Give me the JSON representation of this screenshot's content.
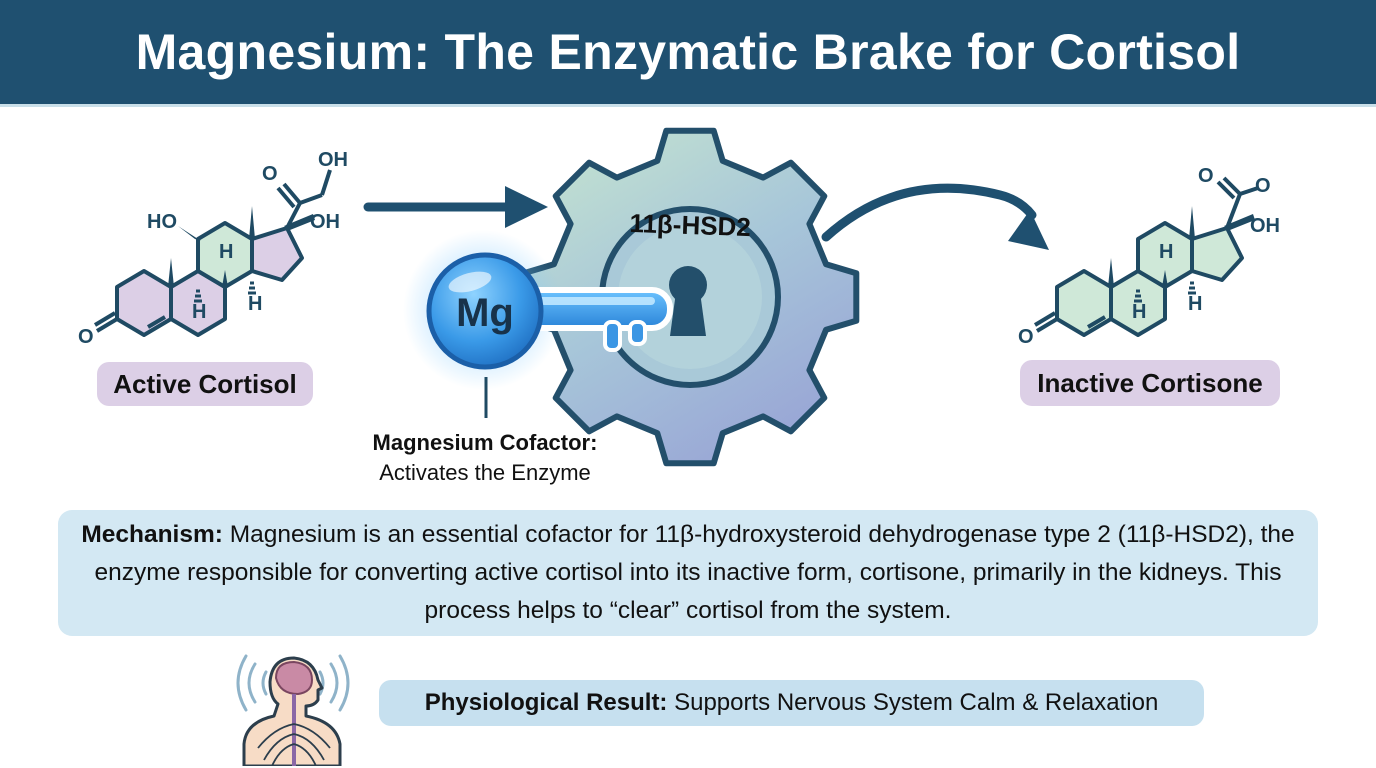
{
  "header": {
    "title": "Magnesium: The Enzymatic Brake for Cortisol"
  },
  "colors": {
    "header_bg": "#1f5070",
    "arrow": "#1f5070",
    "ring_purple": "#dccfe6",
    "ring_green": "#cfe8d8",
    "ring_stroke": "#1f4a63",
    "magnesium_blue": "#2d8be0",
    "mechanism_bg": "#d3e8f3",
    "result_bg": "#c6e0ef"
  },
  "substrate": {
    "name": "Active Cortisol",
    "labels": {
      "oh_top": "OH",
      "o_keto": "O",
      "ho": "HO",
      "oh_17": "OH",
      "h_a": "H",
      "h_b": "H",
      "h_c": "H",
      "o_3": "O"
    }
  },
  "product": {
    "name": "Inactive Cortisone",
    "labels": {
      "o_top": "O",
      "o_side": "O",
      "oh_17": "OH",
      "h_a": "H",
      "h_b": "H",
      "h_c": "H",
      "o_3": "O"
    }
  },
  "enzyme": {
    "name": "11β-HSD2",
    "icon": "gear-icon",
    "lock_icon": "keyhole-icon"
  },
  "cofactor": {
    "symbol": "Mg",
    "icon": "key-icon",
    "label_bold": "Magnesium Cofactor:",
    "label_text": "Activates the Enzyme"
  },
  "mechanism": {
    "label": "Mechanism:",
    "text": " Magnesium is an essential cofactor for 11β-hydroxysteroid dehydrogenase type 2 (11β-HSD2), the enzyme responsible for converting active cortisol into its inactive form, cortisone, primarily in the kidneys. This process helps to “clear” cortisol from the system."
  },
  "result": {
    "icon": "nervous-system-icon",
    "label": "Physiological Result:",
    "text": " Supports Nervous System Calm & Relaxation"
  }
}
